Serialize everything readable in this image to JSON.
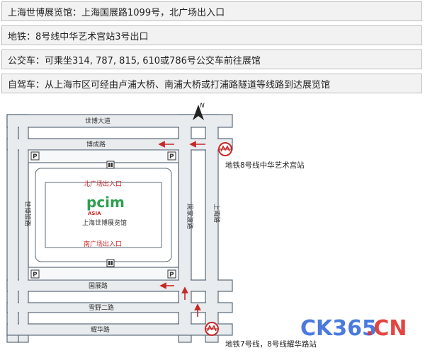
{
  "info_rows": [
    {
      "label": "上海世博展览馆：",
      "value": "上海国展路1099号，北广场出入口"
    },
    {
      "label": "地铁：",
      "value": "8号线中华艺术宫站3号出口"
    },
    {
      "label": "公交车：",
      "value": "可乘坐314, 787, 815, 610或786号公交车前往展馆"
    },
    {
      "label": "自驾车：",
      "value": "从上海市区可经由卢浦大桥、南浦大桥或打浦路隧道等线路到达展览馆"
    }
  ],
  "map": {
    "north_label": "N",
    "streets": {
      "shibo_dadao": "世博大道",
      "bocheng_lu": "博成路",
      "guozhan_lu": "国展路",
      "xueye_erlu": "雪野二路",
      "yaohua_lu": "耀华路",
      "shibo_lu": "世博馆路",
      "zhoujiadu_lu": "周家渡路",
      "shangnan_lu": "上南路"
    },
    "venue": {
      "logo": "pcim",
      "logo_sub": "ASIA",
      "name": "上海世博展览馆",
      "north_gate": "北广场出入口",
      "south_gate": "南广场出入口"
    },
    "parking_label": "P",
    "metro": {
      "north_station": "地铁8号线中华艺术宫站",
      "south_station": "地铁7号线，8号线耀华路站"
    },
    "icons": {
      "north_arrow": "north-arrow-icon",
      "parking": "parking-icon",
      "entrance": "entrance-door-icon",
      "metro": "shanghai-metro-icon",
      "direction": "arrow-icon"
    }
  },
  "watermark": "CK365.CN",
  "colors": {
    "road_fill": "#e9ecef",
    "road_stroke": "#5b6b7a",
    "accent_red": "#c62828",
    "logo_green": "#2e9e4f",
    "watermark_blue": "#2b63d9",
    "watermark_red": "#e0312d"
  }
}
